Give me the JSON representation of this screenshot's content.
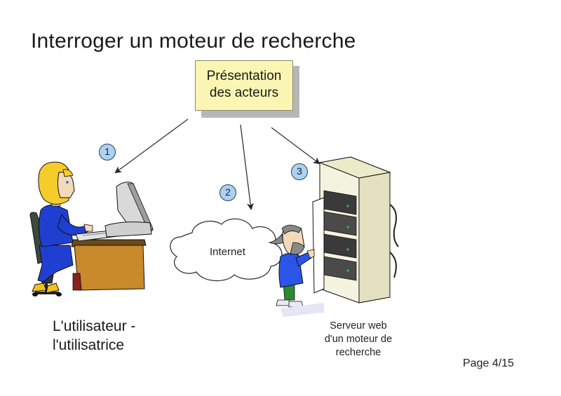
{
  "slide": {
    "title": "Interroger un moteur de recherche",
    "page": "Page 4/15"
  },
  "note": {
    "line1": "Présentation",
    "line2": "des acteurs"
  },
  "actors": {
    "user": {
      "line1": "L'utilisateur -",
      "line2": "l'utilisatrice"
    },
    "network": {
      "label": "Internet"
    },
    "server": {
      "line1": "Serveur web",
      "line2": "d'un moteur de",
      "line3": "recherche"
    }
  },
  "steps": [
    "1",
    "2",
    "3"
  ],
  "colors": {
    "note_fill": "#fbf6b3",
    "badge_fill": "#a9d3f5",
    "user_shirt": "#1f3fd0",
    "user_hair": "#f5cc2a",
    "desk": "#c98a2b",
    "server_body": "#f4f3df",
    "man_shirt": "#2a55e8"
  }
}
